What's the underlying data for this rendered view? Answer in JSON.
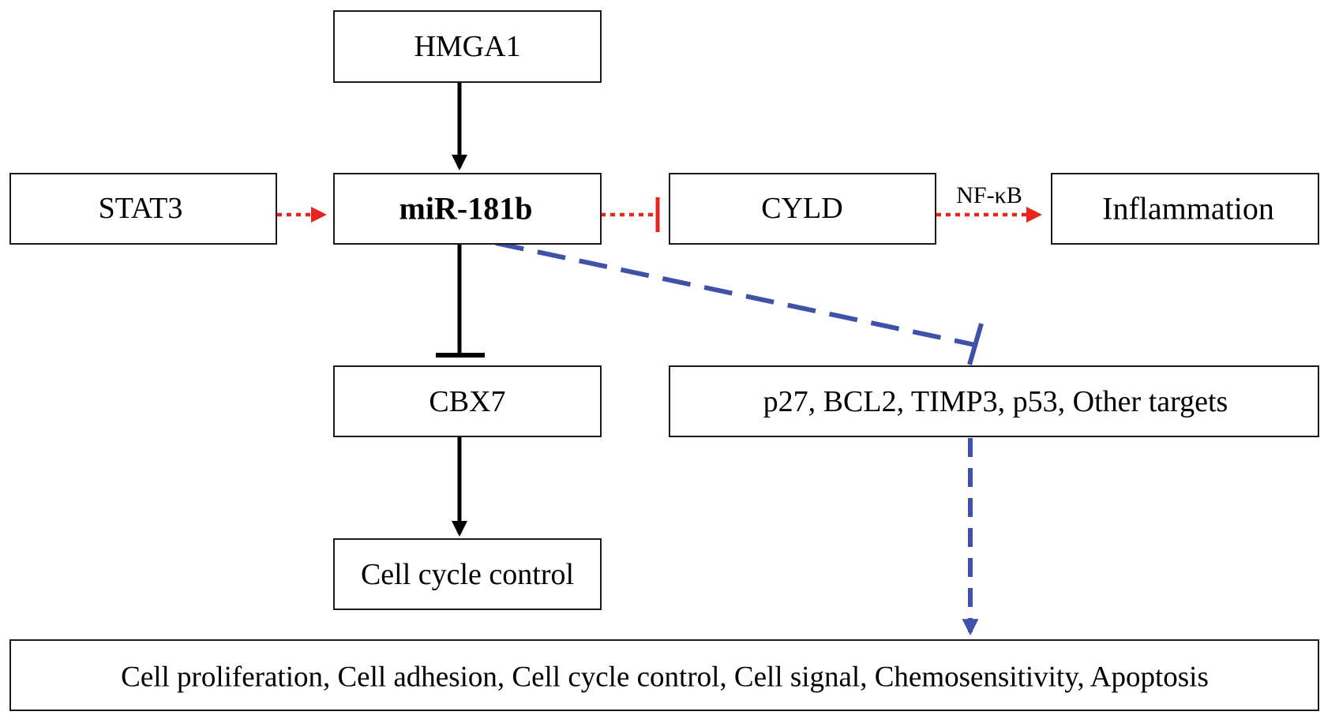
{
  "nodes": {
    "hmga1": "HMGA1",
    "stat3": "STAT3",
    "mir181b": "miR-181b",
    "cyld": "CYLD",
    "inflammation": "Inflammation",
    "cbx7": "CBX7",
    "targets": "p27, BCL2, TIMP3, p53, Other targets",
    "cell_cycle_control": "Cell cycle control",
    "outcomes": "Cell proliferation, Cell adhesion, Cell cycle control, Cell signal, Chemosensitivity, Apoptosis"
  },
  "edge_labels": {
    "cyld_to_inflammation": "NF-κB"
  },
  "edges": [
    {
      "from": "HMGA1",
      "to": "miR-181b",
      "type": "activation",
      "style": "solid"
    },
    {
      "from": "STAT3",
      "to": "miR-181b",
      "type": "activation",
      "style": "dotted"
    },
    {
      "from": "miR-181b",
      "to": "CYLD",
      "type": "inhibition",
      "style": "dotted"
    },
    {
      "from": "CYLD",
      "to": "Inflammation",
      "type": "activation",
      "style": "dotted",
      "label": "NF-κB"
    },
    {
      "from": "miR-181b",
      "to": "CBX7",
      "type": "inhibition",
      "style": "solid"
    },
    {
      "from": "miR-181b",
      "to": "p27, BCL2, TIMP3, p53, Other targets",
      "type": "inhibition",
      "style": "dashed"
    },
    {
      "from": "CBX7",
      "to": "Cell cycle control",
      "type": "activation",
      "style": "solid"
    },
    {
      "from": "p27, BCL2, TIMP3, p53, Other targets",
      "to": "Cell proliferation, Cell adhesion, Cell cycle control, Cell signal, Chemosensitivity, Apoptosis",
      "type": "activation",
      "style": "dashed"
    }
  ],
  "colors": {
    "solid_edge": "#000000",
    "red_edge": "#e8241f",
    "blue_edge": "#3f51a8"
  }
}
